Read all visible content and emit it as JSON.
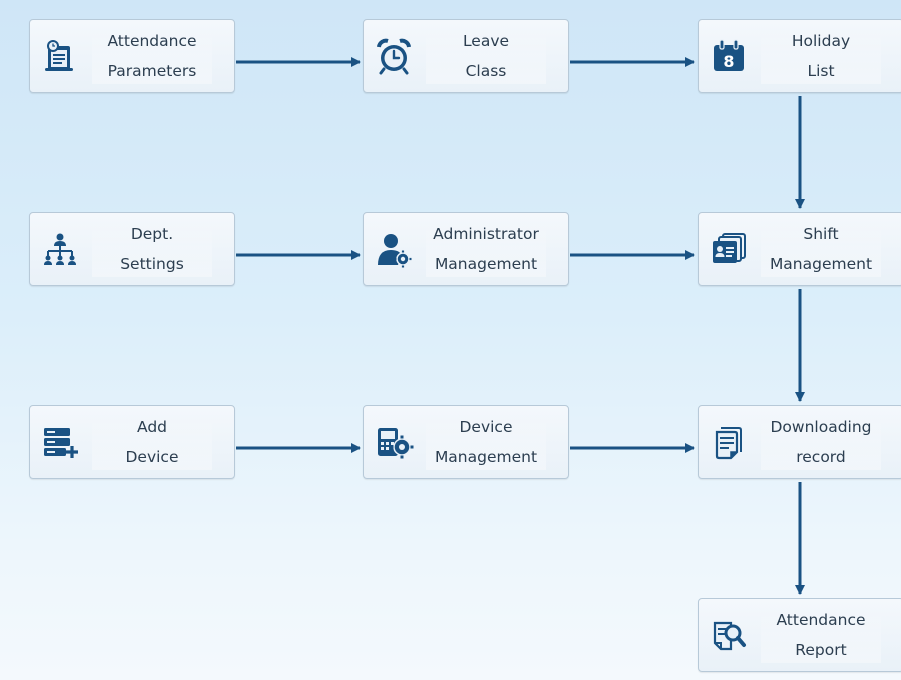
{
  "accent_color": "#1a5283",
  "nodes": {
    "attendance_parameters": {
      "line1": "Attendance",
      "line2": "Parameters",
      "icon": "scroll-clock-icon"
    },
    "leave_class": {
      "line1": "Leave",
      "line2": "Class",
      "icon": "alarm-clock-icon"
    },
    "holiday_list": {
      "line1": "Holiday",
      "line2": "List",
      "icon": "calendar-icon",
      "calendar_day": "8"
    },
    "dept_settings": {
      "line1": "Dept.",
      "line2": "Settings",
      "icon": "org-chart-icon"
    },
    "administrator_management": {
      "line1": "Administrator",
      "line2": "Management",
      "icon": "user-gear-icon"
    },
    "shift_management": {
      "line1": "Shift",
      "line2": "Management",
      "icon": "id-cards-icon"
    },
    "add_device": {
      "line1": "Add",
      "line2": "Device",
      "icon": "server-add-icon"
    },
    "device_management": {
      "line1": "Device",
      "line2": "Management",
      "icon": "device-gear-icon"
    },
    "downloading_record": {
      "line1": "Downloading",
      "line2": "record",
      "icon": "document-stack-icon"
    },
    "attendance_report": {
      "line1": "Attendance",
      "line2": "Report",
      "icon": "report-search-icon"
    }
  }
}
